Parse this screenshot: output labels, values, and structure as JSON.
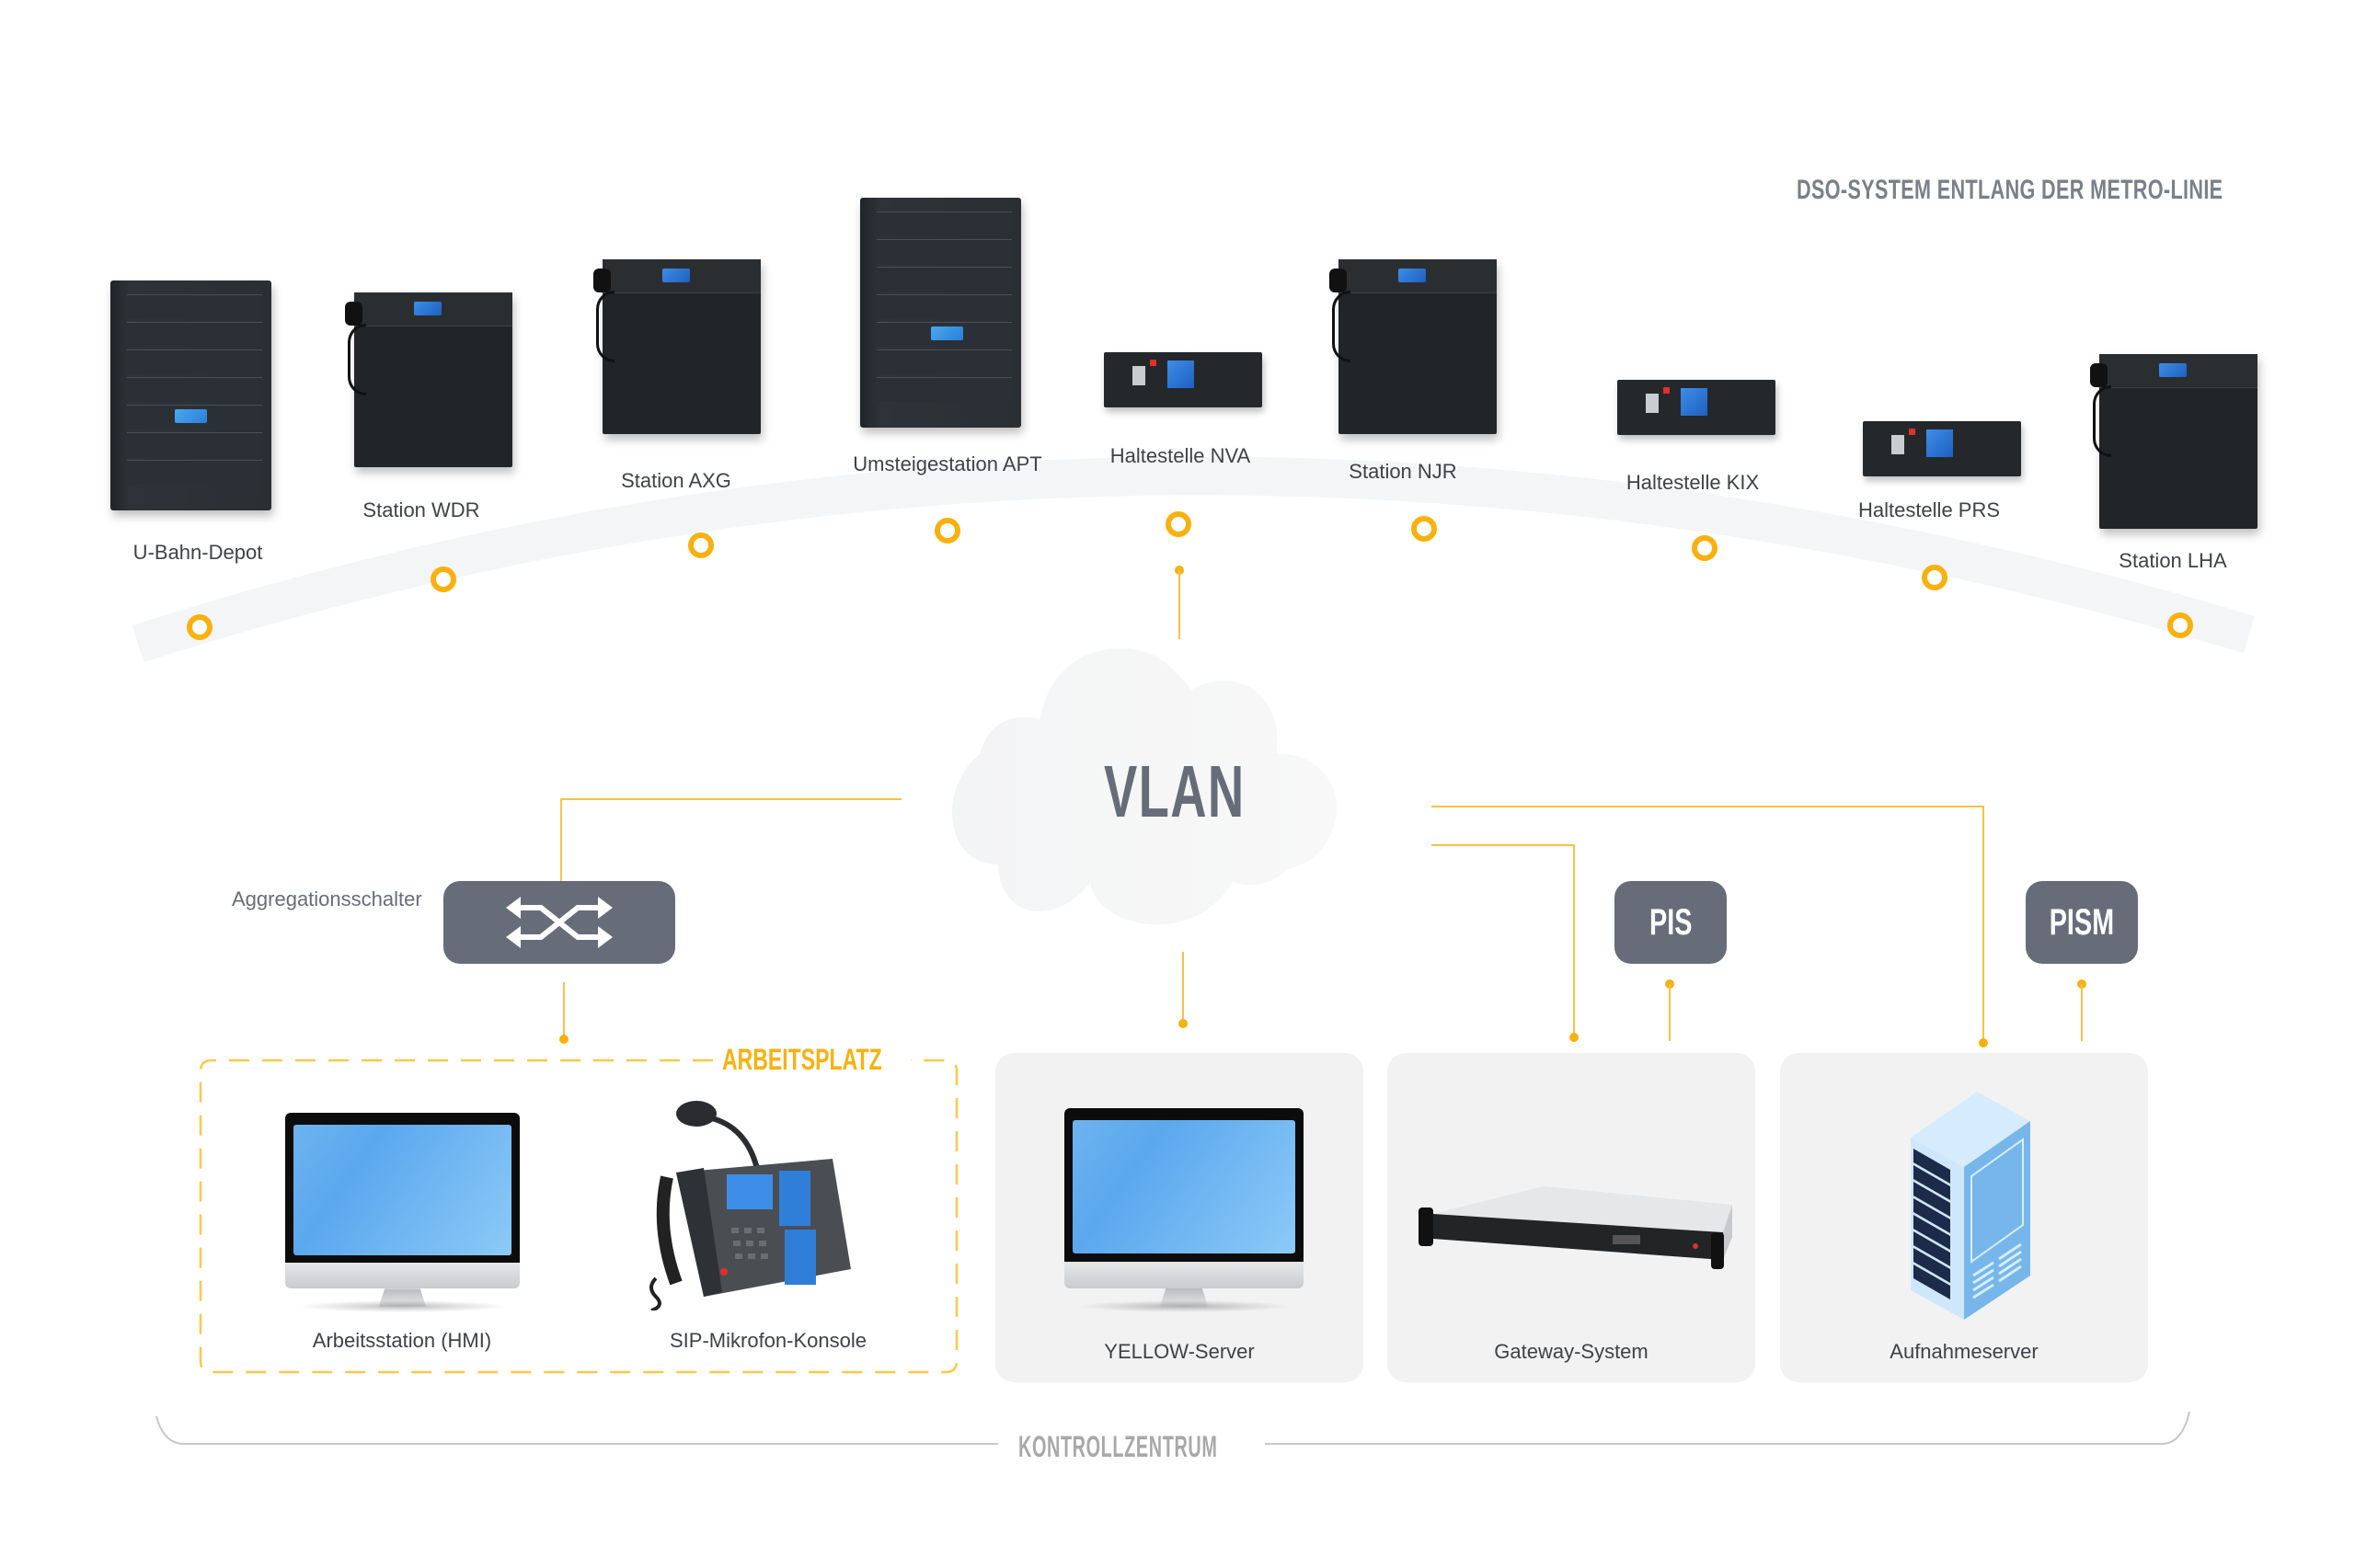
{
  "heading": "DSO-SYSTEM ENTLANG DER METRO-LINIE",
  "stations": [
    {
      "label": "U-Bahn-Depot",
      "device": "rack-cabinet"
    },
    {
      "label": "Station WDR",
      "device": "cabinet-with-microphone"
    },
    {
      "label": "Station AXG",
      "device": "cabinet-with-microphone"
    },
    {
      "label": "Umsteigestation  APT",
      "device": "rack-cabinet"
    },
    {
      "label": "Haltestelle NVA",
      "device": "rack-unit-4u"
    },
    {
      "label": "Station NJR",
      "device": "cabinet-with-microphone"
    },
    {
      "label": "Haltestelle KIX",
      "device": "rack-unit-4u"
    },
    {
      "label": "Haltestelle PRS",
      "device": "rack-unit-4u"
    },
    {
      "label": "Station LHA",
      "device": "cabinet-with-microphone"
    }
  ],
  "network": {
    "cloud_label": "VLAN",
    "switch_label": "Aggregationsschalter",
    "switch_icon": "shuffle-arrows-icon",
    "pis_label": "PIS",
    "pism_label": "PISM"
  },
  "workplace": {
    "title": "ARBEITSPLATZ",
    "items": [
      {
        "label": "Arbeitsstation (HMI)",
        "icon": "monitor-icon"
      },
      {
        "label": "SIP-Mikrofon-Konsole",
        "icon": "desk-phone-microphone-icon"
      }
    ]
  },
  "servers": [
    {
      "label": "YELLOW-Server",
      "icon": "monitor-icon"
    },
    {
      "label": "Gateway-System",
      "icon": "rack-server-1u-icon"
    },
    {
      "label": "Aufnahmeserver",
      "icon": "server-tower-icon"
    }
  ],
  "control_center_label": "KONTROLLZENTRUM",
  "colors": {
    "accent": "#f8b10f",
    "box_gray": "#666d79",
    "text_gray": "#7a8088",
    "card_bg": "#f2f2f2"
  }
}
